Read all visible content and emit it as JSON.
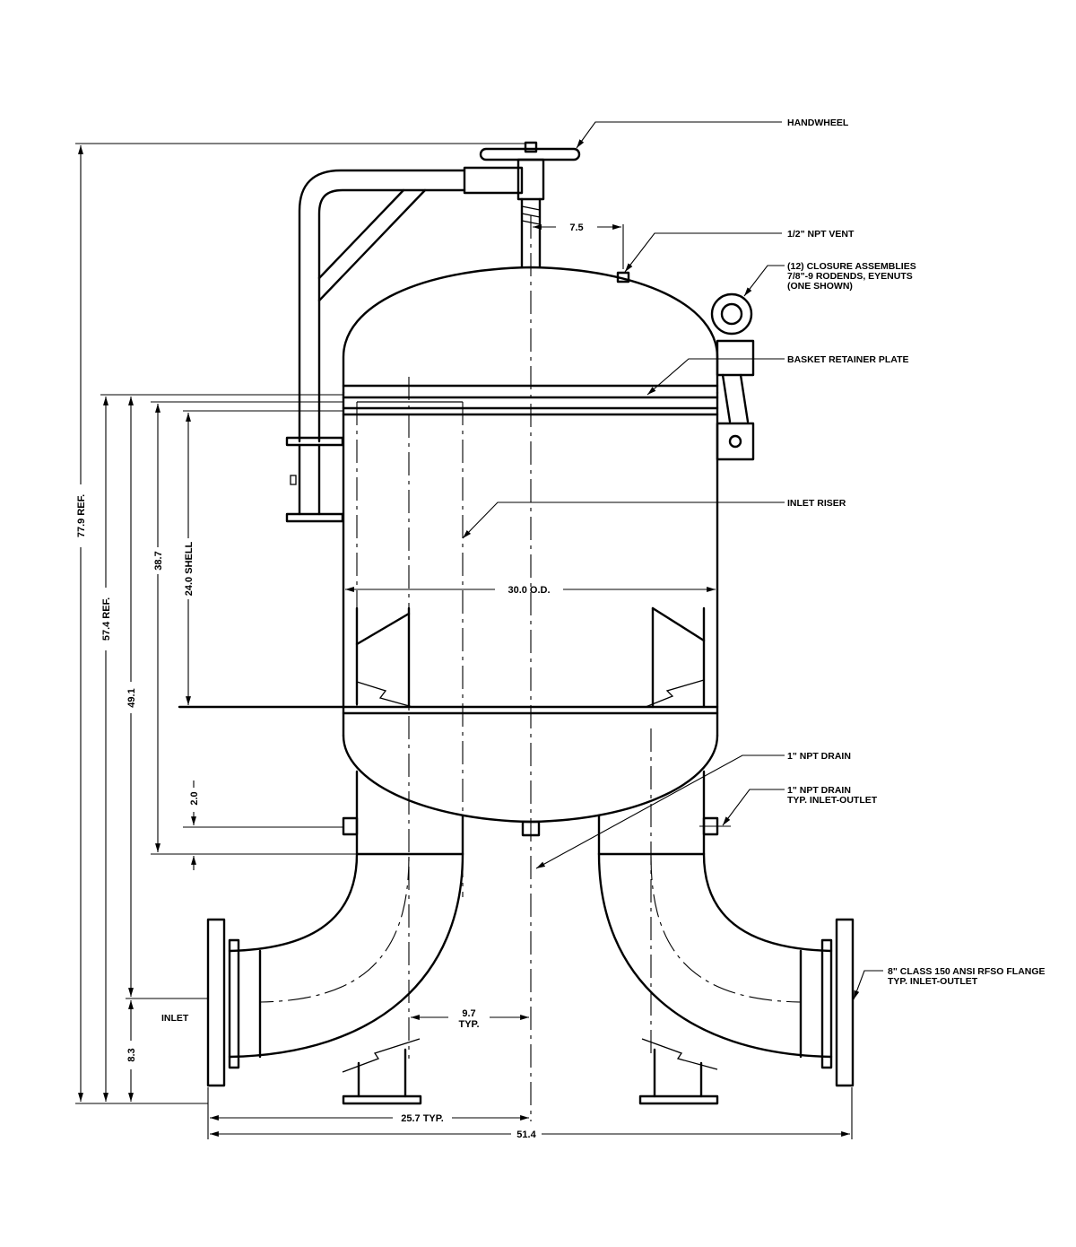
{
  "callouts": {
    "handwheel": "HANDWHEEL",
    "vent": "1/2\" NPT VENT",
    "closure_line1": "(12) CLOSURE ASSEMBLIES",
    "closure_line2": "7/8\"-9 RODENDS, EYENUTS",
    "closure_line3": "(ONE SHOWN)",
    "basket_plate": "BASKET RETAINER PLATE",
    "inlet_riser": "INLET RISER",
    "drain_center": "1\" NPT DRAIN",
    "drain_side_line1": "1\" NPT DRAIN",
    "drain_side_line2": "TYP. INLET-OUTLET",
    "flange_line1": "8\" CLASS 150 ANSI RFSO FLANGE",
    "flange_line2": "TYP. INLET-OUTLET",
    "inlet": "INLET"
  },
  "dimensions": {
    "overall_height": "77.9 REF.",
    "height_574": "57.4 REF.",
    "height_491": "49.1",
    "height_387": "38.7",
    "shell": "24.0 SHELL",
    "drain_offset": "2.0",
    "flange_height": "8.3",
    "od": "30.0 O.D.",
    "vent_offset": "7.5",
    "riser_offset_line1": "9.7",
    "riser_offset_line2": "TYP.",
    "half_width": "25.7 TYP.",
    "overall_width": "51.4"
  }
}
